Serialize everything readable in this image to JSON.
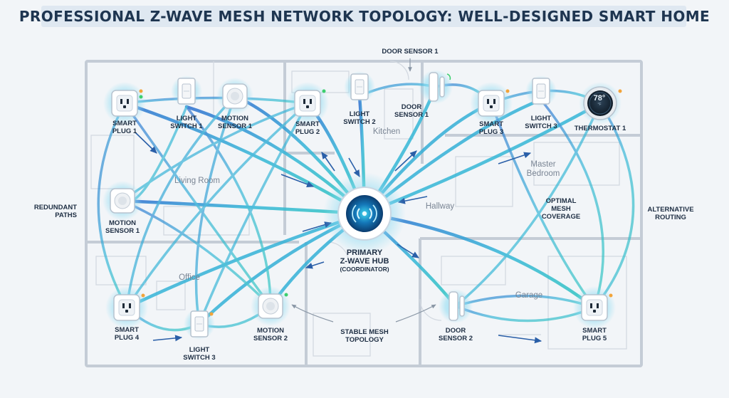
{
  "title": "PROFESSIONAL Z-WAVE MESH NETWORK TOPOLOGY: WELL-DESIGNED SMART HOME",
  "top_note": "DOOR SENSOR 1",
  "rooms": {
    "living_room": "Living Room",
    "kitchen": "Kitchen",
    "hallway": "Hallway",
    "master_bedroom": "Master\nBedroom",
    "office": "Office",
    "garage": "Garage"
  },
  "hub": {
    "line1": "PRIMARY",
    "line2": "Z-WAVE HUB",
    "line3": "(COORDINATOR)"
  },
  "devices": {
    "smart_plug_1": "SMART\nPLUG 1",
    "light_switch_1": "LIGHT\nSWITCH 1",
    "motion_sensor_1_top": "MOTION\nSENSOR 1",
    "smart_plug_2": "SMART\nPLUG 2",
    "light_switch_2": "LIGHT\nSWITCH 2",
    "door_sensor_1": "DOOR\nSENSOR 1",
    "smart_plug_3": "SMART\nPLUG 3",
    "light_switch_3_top": "LIGHT\nSWITCH 3",
    "thermostat_1": "THERMOSTAT 1",
    "motion_sensor_1_left": "MOTION\nSENSOR 1",
    "smart_plug_4": "SMART\nPLUG 4",
    "light_switch_3_bottom": "LIGHT\nSWITCH 3",
    "motion_sensor_2": "MOTION\nSENSOR 2",
    "door_sensor_2": "DOOR\nSENSOR 2",
    "smart_plug_5": "SMART\nPLUG 5"
  },
  "thermostat_reading": {
    "temp": "78°",
    "unit": "°F"
  },
  "annotations": {
    "redundant_paths": "REDUNDANT\nPATHS",
    "alternative_routing": "ALTERNATIVE\nROUTING",
    "optimal_mesh_coverage": "OPTIMAL\nMESH\nCOVERAGE",
    "stable_mesh_topology": "STABLE MESH\nTOPOLOGY"
  },
  "colors": {
    "mesh_blue": "#2f7fd6",
    "mesh_teal": "#2fc2c6",
    "glow": "#7fd8f0",
    "title": "#1e3550",
    "led_orange": "#f2a43a",
    "led_green": "#3ccf6e"
  }
}
